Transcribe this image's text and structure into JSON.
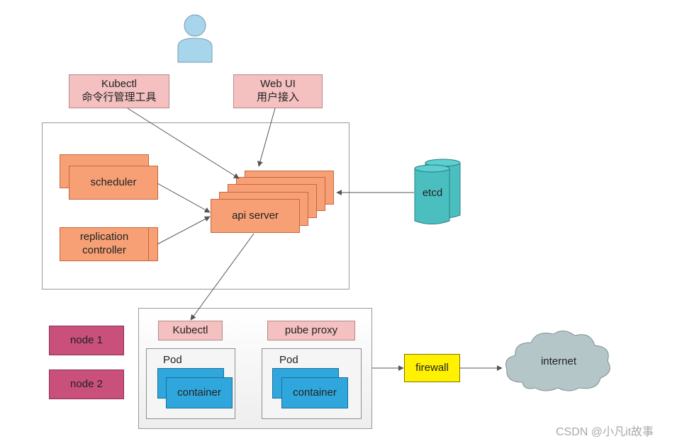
{
  "user_icon": "user-icon",
  "kubectl_tool": {
    "line1": "Kubectl",
    "line2": "命令行管理工具"
  },
  "web_ui": {
    "line1": "Web  UI",
    "line2": "用户接入"
  },
  "master": {
    "scheduler": "scheduler",
    "replication_controller": {
      "line1": "replication",
      "line2": "controller"
    },
    "api_server": "api server"
  },
  "etcd": "etcd",
  "nodes": [
    "node 1",
    "node 2"
  ],
  "node_group": {
    "kubectl": "Kubectl",
    "proxy": "pube proxy",
    "pods": [
      {
        "label": "Pod",
        "container": "container"
      },
      {
        "label": "Pod",
        "container": "container"
      }
    ]
  },
  "firewall": "firewall",
  "internet": "internet",
  "watermark": "CSDN @小凡it故事",
  "colors": {
    "pink": "#f4c0c0",
    "orange": "#f7a076",
    "teal": "#4bbfc0",
    "magenta": "#c8507a",
    "blue": "#2fa7dd",
    "yellow": "#fff100",
    "cloud": "#b4c6c8"
  }
}
